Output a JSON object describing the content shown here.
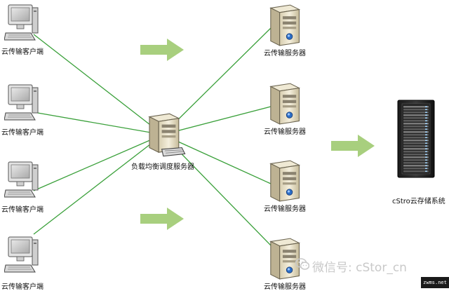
{
  "diagram": {
    "clients": [
      {
        "label": "云传输客户端"
      },
      {
        "label": "云传输客户端"
      },
      {
        "label": "云传输客户端"
      },
      {
        "label": "云传输客户端"
      }
    ],
    "balancer": {
      "label": "负载均衡调度服务器"
    },
    "servers": [
      {
        "label": "云传输服务器"
      },
      {
        "label": "云传输服务器"
      },
      {
        "label": "云传输服务器"
      },
      {
        "label": "云传输服务器"
      }
    ],
    "storage": {
      "label": "cStro云存储系统"
    },
    "watermark": "微信号: cStor_cn",
    "badge": "zwms.net",
    "colors": {
      "connector": "#3aa03a",
      "arrow": "#a8cf7e"
    },
    "icons": {
      "client": "desktop-computer-icon",
      "balancer": "server-tower-icon",
      "server": "server-tower-icon",
      "storage": "storage-rack-icon",
      "watermark": "wechat-icon"
    }
  }
}
